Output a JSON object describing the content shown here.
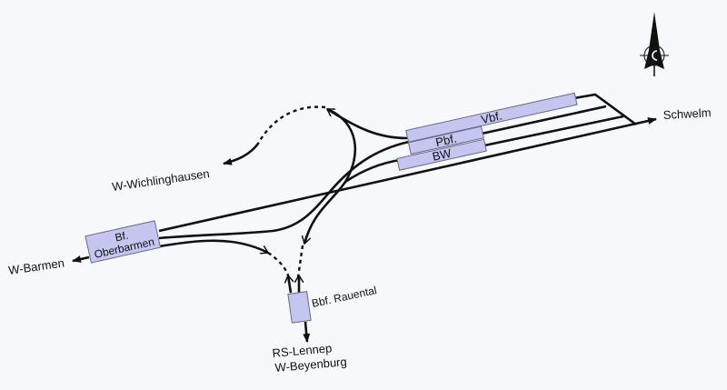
{
  "stations": {
    "vbf": "Vbf.",
    "pbf": "Pbf.",
    "bw": "BW",
    "oberbarmen_line1": "Bf.",
    "oberbarmen_line2": "Oberbarmen",
    "rauental": "Bbf. Rauental"
  },
  "destinations": {
    "schwelm": "Schwelm",
    "wichlinghausen": "W-Wichlinghausen",
    "barmen": "W-Barmen",
    "lennep": "RS-Lennep",
    "beyenburg": "W-Beyenburg"
  },
  "colors": {
    "station_fill": "#c5c6ef",
    "track": "#111111",
    "background": "#f7f8fb"
  },
  "icons": {
    "compass": "north-arrow-icon"
  }
}
